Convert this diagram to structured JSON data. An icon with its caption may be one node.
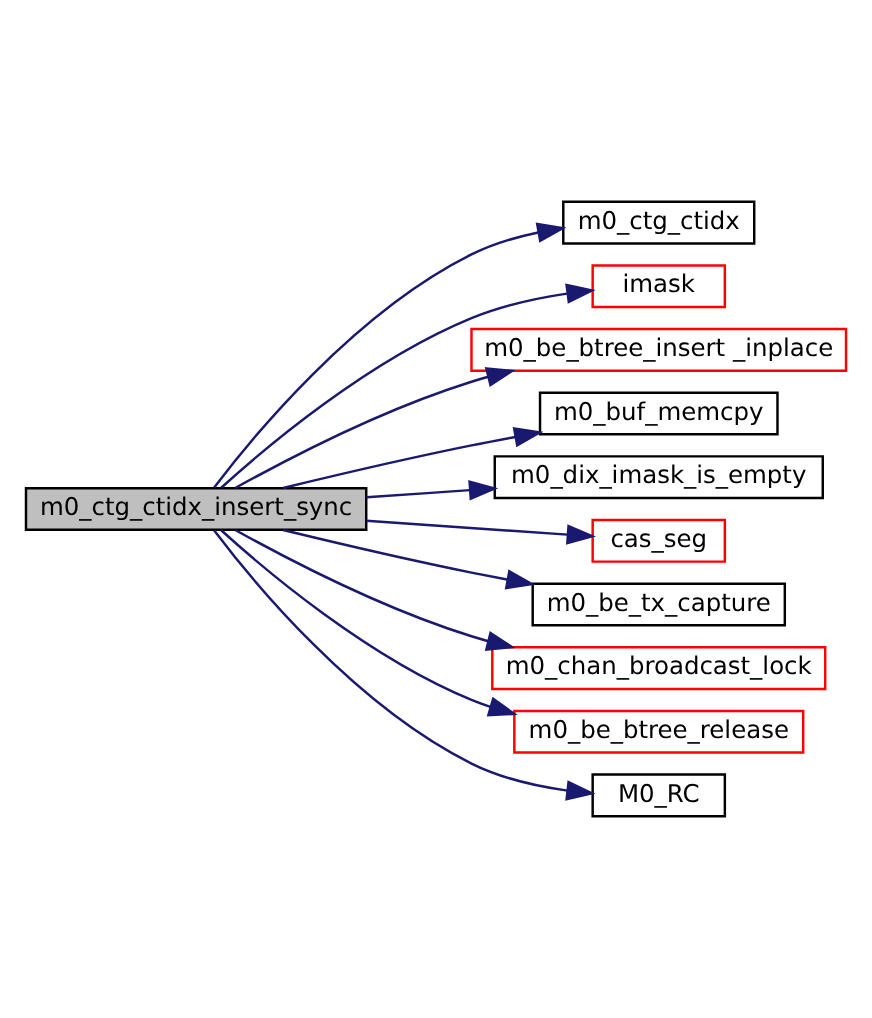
{
  "diagram": {
    "nodes": [
      {
        "text": [
          "m0_ctg_ctidx_insert_sync"
        ]
      },
      {
        "text": [
          "m0_ctg_ctidx"
        ]
      },
      {
        "text": [
          "imask"
        ]
      },
      {
        "text": [
          "m0_be_btree_insert _inplace"
        ]
      },
      {
        "text": [
          "m0_buf_memcpy"
        ]
      },
      {
        "text": [
          "m0_dix_imask_is_empty"
        ]
      },
      {
        "text": [
          "cas_seg"
        ]
      },
      {
        "text": [
          "m0_be_tx_capture"
        ]
      },
      {
        "text": [
          "m0_chan_broadcast_lock"
        ]
      },
      {
        "text": [
          "m0_be_btree_release"
        ]
      },
      {
        "text": [
          "M0_RC"
        ]
      }
    ],
    "edges": [
      {
        "from": 0,
        "to": 1,
        "arrow": "to"
      },
      {
        "from": 0,
        "to": 2,
        "arrow": "to"
      },
      {
        "from": 0,
        "to": 3,
        "arrow": "to"
      },
      {
        "from": 0,
        "to": 4,
        "arrow": "to"
      },
      {
        "from": 0,
        "to": 5,
        "arrow": "to"
      },
      {
        "from": 0,
        "to": 6,
        "arrow": "to"
      },
      {
        "from": 0,
        "to": 7,
        "arrow": "to"
      },
      {
        "from": 0,
        "to": 8,
        "arrow": "to"
      },
      {
        "from": 0,
        "to": 9,
        "arrow": "to"
      },
      {
        "from": 0,
        "to": 10,
        "arrow": "to"
      }
    ]
  }
}
